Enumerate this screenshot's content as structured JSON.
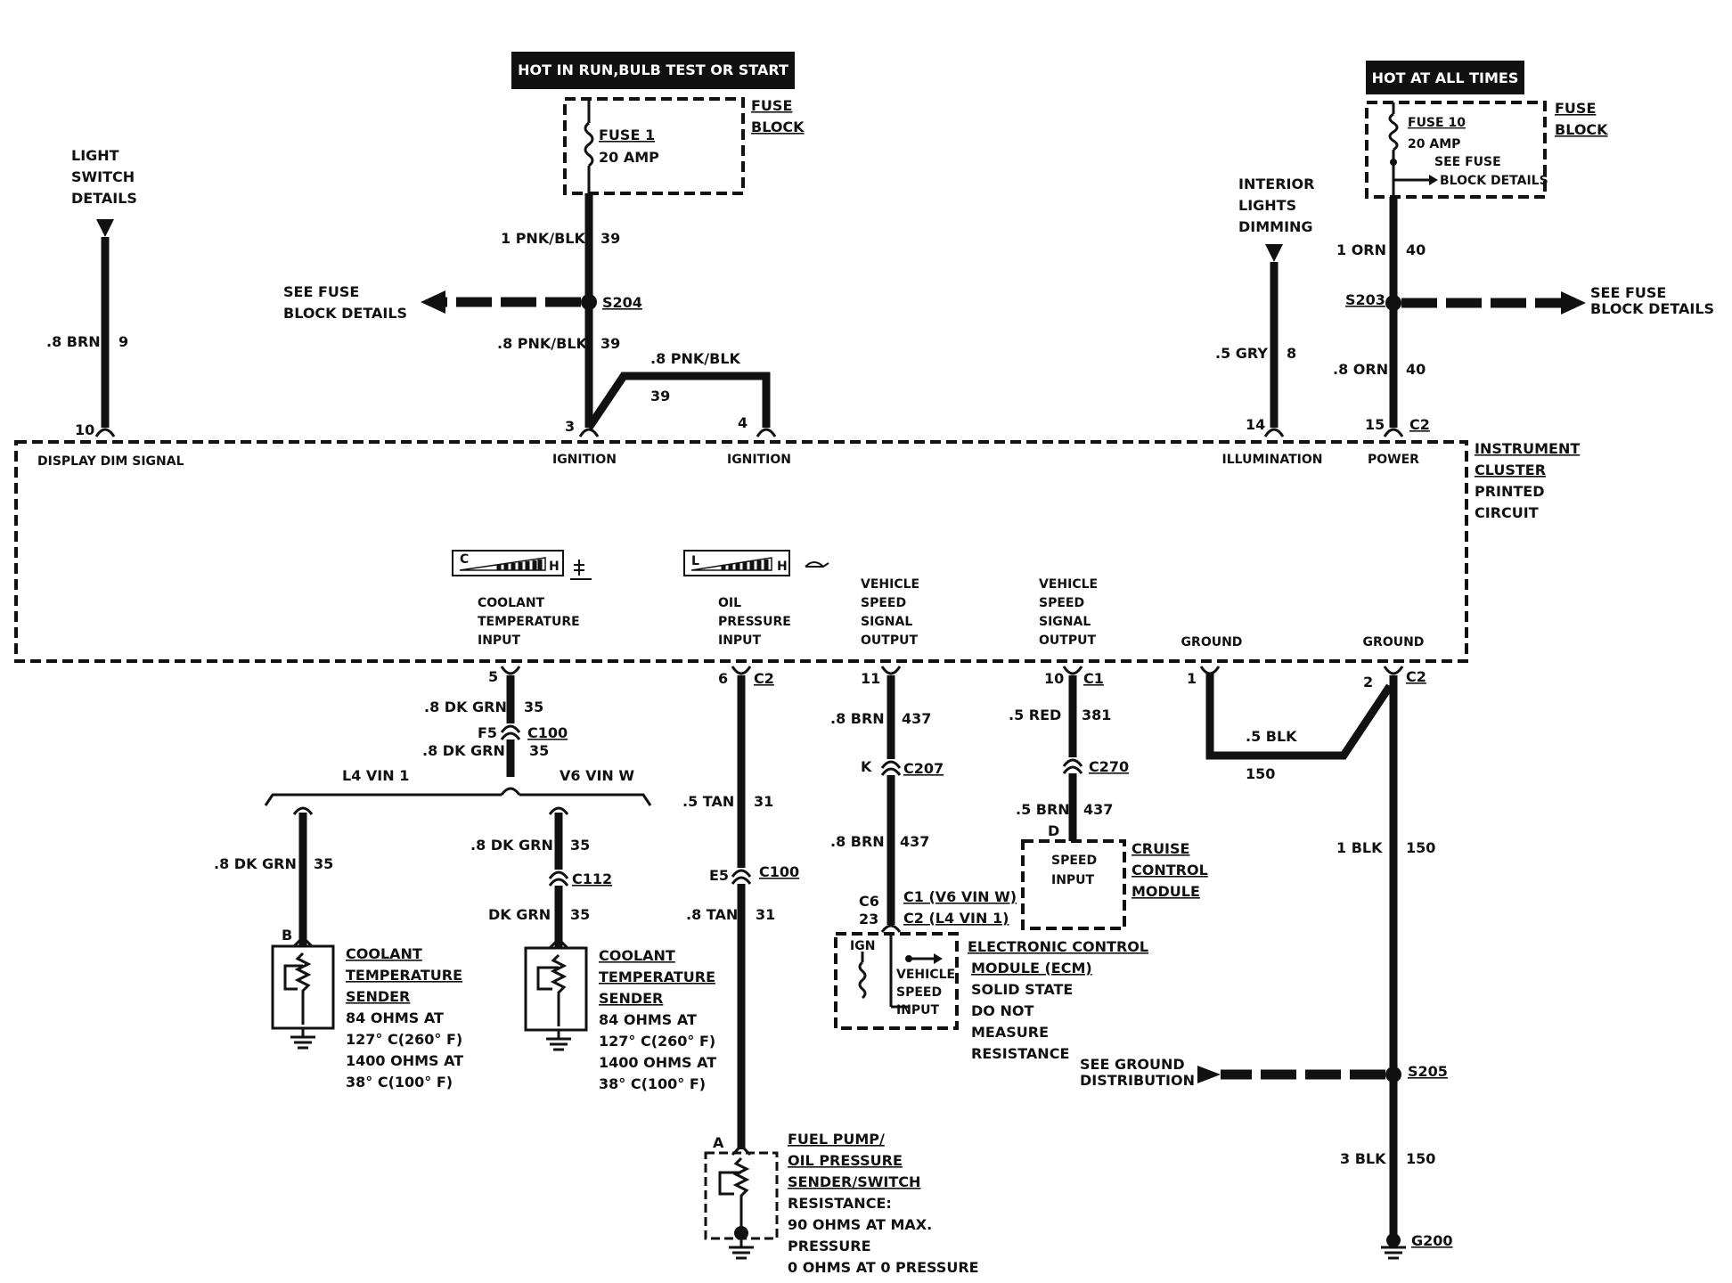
{
  "banners": {
    "hot_run": "HOT IN RUN,BULB TEST OR START",
    "hot_all": "HOT AT ALL TIMES"
  },
  "fuse_left": {
    "name": "FUSE 1",
    "rating": "20 AMP",
    "block_label_1": "FUSE",
    "block_label_2": "BLOCK"
  },
  "fuse_right": {
    "name": "FUSE 10",
    "rating": "20 AMP",
    "see_1": "SEE FUSE",
    "see_2": "BLOCK DETAILS",
    "block_label_1": "FUSE",
    "block_label_2": "BLOCK"
  },
  "light_switch": [
    "LIGHT",
    "SWITCH",
    "DETAILS"
  ],
  "interior_dimming": [
    "INTERIOR",
    "LIGHTS",
    "DIMMING"
  ],
  "see_fuse_left": [
    "SEE FUSE",
    "BLOCK DETAILS"
  ],
  "see_fuse_right": [
    "SEE FUSE",
    "BLOCK DETAILS"
  ],
  "see_ground": [
    "SEE GROUND",
    "DISTRIBUTION"
  ],
  "splices": {
    "s204": "S204",
    "s203": "S203",
    "s205": "S205",
    "g200": "G200"
  },
  "top_wires": {
    "brn_color": ".8 BRN",
    "brn_circuit": "9",
    "pnk1_color": "1 PNK/BLK",
    "pnk1_circuit": "39",
    "pnk2_color": ".8 PNK/BLK",
    "pnk2_circuit": "39",
    "pnk3_color": ".8 PNK/BLK",
    "pnk3_circuit": "39",
    "gry_color": ".5 GRY",
    "gry_circuit": "8",
    "orn1_color": "1 ORN",
    "orn1_circuit": "40",
    "orn2_color": ".8 ORN",
    "orn2_circuit": "40"
  },
  "cluster": {
    "title": [
      "INSTRUMENT",
      "CLUSTER",
      "PRINTED",
      "CIRCUIT"
    ],
    "top_pins": {
      "p10": "10",
      "p3": "3",
      "p4": "4",
      "p14": "14",
      "p15": "15",
      "c2": "C2"
    },
    "top_labels": {
      "display_dim": "DISPLAY DIM SIGNAL",
      "ignition_1": "IGNITION",
      "ignition_2": "IGNITION",
      "illumination": "ILLUMINATION",
      "power": "POWER"
    },
    "gauge_coolant": {
      "low": "C",
      "high": "H"
    },
    "gauge_oil": {
      "low": "L",
      "high": "H"
    },
    "inputs": {
      "coolant": [
        "COOLANT",
        "TEMPERATURE",
        "INPUT"
      ],
      "oil": [
        "OIL",
        "PRESSURE",
        "INPUT"
      ],
      "vss1": [
        "VEHICLE",
        "SPEED",
        "SIGNAL",
        "OUTPUT"
      ],
      "vss2": [
        "VEHICLE",
        "SPEED",
        "SIGNAL",
        "OUTPUT"
      ],
      "ground1": "GROUND",
      "ground2": "GROUND"
    },
    "bottom_pins": {
      "p5": "5",
      "p6": "6",
      "c2a": "C2",
      "p11": "11",
      "p10": "10",
      "c1": "C1",
      "p1": "1",
      "p2": "2",
      "c2b": "C2"
    }
  },
  "coolant_circuit": {
    "w1_color": ".8 DK GRN",
    "w1_circuit": "35",
    "f5": "F5",
    "c100": "C100",
    "w2_color": ".8 DK GRN",
    "w2_circuit": "35",
    "l4": "L4 VIN 1",
    "v6": "V6 VIN  W",
    "left_color": ".8 DK GRN",
    "left_circuit": "35",
    "right_color": ".8 DK GRN",
    "right_circuit": "35",
    "c112": "C112",
    "right2_color": "DK GRN",
    "right2_circuit": "35",
    "pin_b": "B",
    "sender_name": [
      "COOLANT",
      "TEMPERATURE",
      "SENDER"
    ],
    "sender_spec": [
      "84 OHMS AT",
      "127° C(260° F)",
      "1400 OHMS AT",
      "38° C(100° F)"
    ]
  },
  "oil_circuit": {
    "w1_color": ".5 TAN",
    "w1_circuit": "31",
    "e5": "E5",
    "c100": "C100",
    "w2_color": ".8 TAN",
    "w2_circuit": "31",
    "pin_a": "A",
    "sender_name": [
      "FUEL PUMP/",
      "OIL PRESSURE",
      "SENDER/SWITCH"
    ],
    "sender_spec": [
      "RESISTANCE:",
      "90 OHMS AT MAX.",
      "PRESSURE",
      "0 OHMS AT 0 PRESSURE"
    ]
  },
  "vss_ecm": {
    "w1_color": ".8 BRN",
    "w1_circuit": "437",
    "k": "K",
    "c207": "C207",
    "w2_color": ".8 BRN",
    "w2_circuit": "437",
    "c6": "C6",
    "p23": "23",
    "c1_note": "C1  (V6 VIN W)",
    "c2_note": "C2  (L4 VIN 1)",
    "ign": "IGN",
    "inner": [
      "VEHICLE",
      "SPEED",
      "INPUT"
    ],
    "ecm_name": [
      "ELECTRONIC CONTROL",
      "MODULE (ECM)"
    ],
    "ecm_note": [
      "SOLID STATE",
      "DO NOT",
      "MEASURE",
      "RESISTANCE"
    ]
  },
  "vss_cruise": {
    "w1_color": ".5 RED",
    "w1_circuit": "381",
    "c270": "C270",
    "w2_color": ".5 BRN",
    "w2_circuit": "437",
    "pin_d": "D",
    "inner": [
      "SPEED",
      "INPUT"
    ],
    "name": [
      "CRUISE",
      "CONTROL",
      "MODULE"
    ]
  },
  "ground_circuit": {
    "blk1_color": ".5 BLK",
    "blk1_circuit": "150",
    "blk2_color": "1 BLK",
    "blk2_circuit": "150",
    "blk3_color": "3 BLK",
    "blk3_circuit": "150"
  }
}
